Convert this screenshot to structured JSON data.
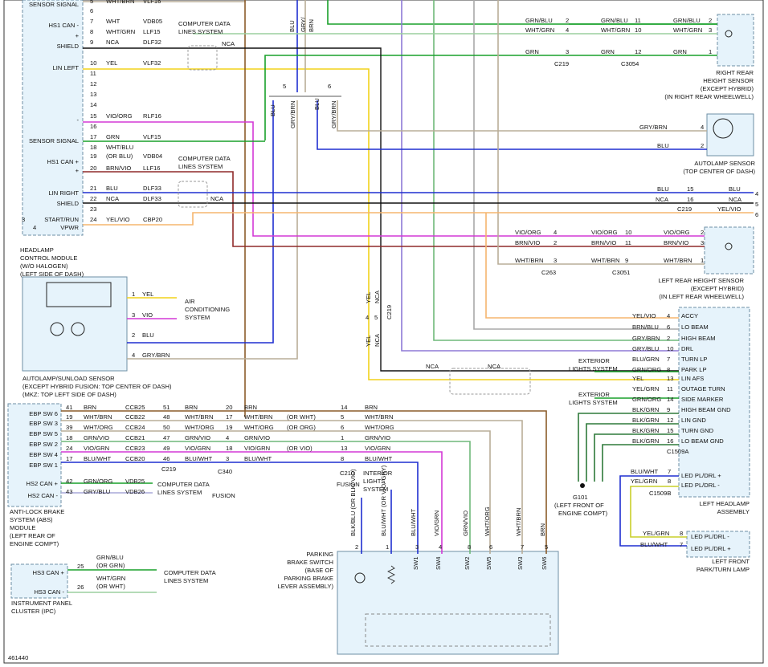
{
  "diagram_id": "461440",
  "colors": {
    "yel": "#f2d21a",
    "blu": "#1f2fd0",
    "gry": "#a8a8a8",
    "grybrn": "#b9ad98",
    "grn": "#18a02a",
    "vio": "#8e79d6",
    "vioorg": "#d338d6",
    "brn": "#8a5b2a",
    "brnvio": "#8f2a2a",
    "orange": "#f5b56e",
    "whtgrn": "#6fb97a",
    "nca": "#111111",
    "module": "#e6f3fb",
    "border": "#6e8fa6"
  },
  "hcm": {
    "title": "HEADLAMP CONTROL MODULE (W/O HALOGEN) (LEFT SIDE OF DASH)",
    "t1": "HEADLAMP",
    "t2": "CONTROL MODULE",
    "t3": "(W/O HALOGEN)",
    "t4": "(LEFT SIDE OF DASH)",
    "pins": [
      "SENSOR SIGNAL",
      "HS1 CAN -",
      "+",
      "SHIELD",
      "LIN LEFT",
      "-",
      "SENSOR SIGNAL",
      "HS1 CAN +",
      "+",
      "LIN RIGHT",
      "SHIELD",
      "START/RUN",
      "VPWR"
    ],
    "circ3": "3",
    "circ4": "4",
    "rows": [
      {
        "pin": "5",
        "color": "WHT/BRN",
        "circuit": "VLF16"
      },
      {
        "pin": "6",
        "color": "",
        "circuit": ""
      },
      {
        "pin": "7",
        "color": "WHT",
        "circuit": "VDB05"
      },
      {
        "pin": "8",
        "color": "WHT/GRN",
        "circuit": "LLF15"
      },
      {
        "pin": "9",
        "color": "NCA",
        "circuit": "DLF32"
      },
      {
        "pin": "10",
        "color": "YEL",
        "circuit": "VLF32"
      },
      {
        "pin": "11",
        "color": "",
        "circuit": ""
      },
      {
        "pin": "12",
        "color": "",
        "circuit": ""
      },
      {
        "pin": "13",
        "color": "",
        "circuit": ""
      },
      {
        "pin": "14",
        "color": "",
        "circuit": ""
      },
      {
        "pin": "15",
        "color": "VIO/ORG",
        "circuit": "RLF16"
      },
      {
        "pin": "16",
        "color": "",
        "circuit": ""
      },
      {
        "pin": "17",
        "color": "GRN",
        "circuit": "VLF15"
      },
      {
        "pin": "18",
        "color": "WHT/BLU",
        "circuit": ""
      },
      {
        "pin": "19",
        "color": "(OR BLU)",
        "circuit": "VDB04"
      },
      {
        "pin": "20",
        "color": "BRN/VIO",
        "circuit": "LLF16"
      },
      {
        "pin": "21",
        "color": "BLU",
        "circuit": "DLF33"
      },
      {
        "pin": "22",
        "color": "NCA",
        "circuit": "DLF33"
      },
      {
        "pin": "23",
        "color": "",
        "circuit": ""
      },
      {
        "pin": "24",
        "color": "YEL/VIO",
        "circuit": "CBP20"
      }
    ],
    "cds1": "COMPUTER DATA",
    "cds2": "LINES SYSTEM",
    "nca": "NCA"
  },
  "splice": {
    "s5": "5",
    "s6": "6",
    "blu": "BLU",
    "grybrn": "GRY/BRN",
    "top_blu": "BLU",
    "top_gry": "GRY/",
    "top_brn": "BRN"
  },
  "rrhs": {
    "t1": "RIGHT REAR",
    "t2": "HEIGHT SENSOR",
    "t3": "(EXCEPT HYBRID)",
    "t4": "(IN RIGHT REAR WHEELWELL)",
    "c1": "C219",
    "c2": "C3054",
    "rows": [
      {
        "a": "GRN/BLU",
        "ap": "2",
        "b": "GRN/BLU",
        "bp": "11",
        "c": "GRN/BLU",
        "cp": "2"
      },
      {
        "a": "WHT/GRN",
        "ap": "4",
        "b": "WHT/GRN",
        "bp": "10",
        "c": "WHT/GRN",
        "cp": "3"
      },
      {
        "a": "GRN",
        "ap": "3",
        "b": "GRN",
        "bp": "12",
        "c": "GRN",
        "cp": "1"
      }
    ]
  },
  "als": {
    "t1": "AUTOLAMP SENSOR",
    "t2": "(TOP CENTER OF DASH)",
    "w1": "GRY/BRN",
    "p1": "4",
    "w2": "BLU",
    "p2": "2"
  },
  "c219mid": {
    "c": "C219",
    "r1": "BLU",
    "p1": "15",
    "r1b": "BLU",
    "q1": "4",
    "r2": "NCA",
    "p2": "16",
    "r2b": "NCA",
    "q2": "5",
    "r3": "YEL/VIO",
    "q3": "6"
  },
  "lrhs": {
    "t1": "LEFT REAR HEIGHT SENSOR",
    "t2": "(EXCEPT HYBRID)",
    "t3": "(IN LEFT REAR WHEELWELL)",
    "c1": "C263",
    "c2": "C3051",
    "rows": [
      {
        "a": "VIO/ORG",
        "ap": "4",
        "b": "VIO/ORG",
        "bp": "10",
        "c": "VIO/ORG",
        "cp": "2"
      },
      {
        "a": "BRN/VIO",
        "ap": "2",
        "b": "BRN/VIO",
        "bp": "11",
        "c": "BRN/VIO",
        "cp": "3"
      },
      {
        "a": "WHT/BRN",
        "ap": "3",
        "b": "WHT/BRN",
        "bp": "9",
        "c": "WHT/BRN",
        "cp": "1"
      }
    ]
  },
  "asls": {
    "t1": "AUTOLAMP/SUNLOAD SENSOR",
    "t2": "(EXCEPT HYBRID FUSION: TOP CENTER OF DASH)",
    "t3": "(MKZ: TOP LEFT SIDE OF DASH)",
    "rows": [
      {
        "p": "1",
        "w": "YEL"
      },
      {
        "p": "3",
        "w": "VIO"
      },
      {
        "p": "2",
        "w": "BLU"
      },
      {
        "p": "4",
        "w": "GRY/BRN"
      }
    ],
    "ac1": "AIR",
    "ac2": "CONDITIONING",
    "ac3": "SYSTEM"
  },
  "vert": {
    "yel": "YEL",
    "nca": "NCA",
    "c219": "C219",
    "p4": "4",
    "p5": "5",
    "nca_h": "NCA"
  },
  "lhl": {
    "t1": "LEFT HEADLAMP",
    "t2": "ASSEMBLY",
    "c1": "C1509A",
    "c2": "C1509B",
    "rows": [
      {
        "w": "YEL/VIO",
        "p": "4",
        "f": "ACCY"
      },
      {
        "w": "BRN/BLU",
        "p": "6",
        "f": "LO BEAM"
      },
      {
        "w": "GRY/BRN",
        "p": "2",
        "f": "HIGH BEAM"
      },
      {
        "w": "GRY/BLU",
        "p": "10",
        "f": "DRL"
      },
      {
        "w": "BLU/GRN",
        "p": "7",
        "f": "TURN LP"
      },
      {
        "w": "GRN/ORG",
        "p": "8",
        "f": "PARK LP"
      },
      {
        "w": "YEL",
        "p": "13",
        "f": "LIN AFS"
      },
      {
        "w": "YEL/GRN",
        "p": "11",
        "f": "OUTAGE TURN"
      },
      {
        "w": "GRN/ORG",
        "p": "14",
        "f": "SIDE MARKER"
      },
      {
        "w": "BLK/GRN",
        "p": "9",
        "f": "HIGH BEAM GND"
      },
      {
        "w": "BLK/GRN",
        "p": "12",
        "f": "LIN GND"
      },
      {
        "w": "BLK/GRN",
        "p": "15",
        "f": "TURN GND"
      },
      {
        "w": "BLK/GRN",
        "p": "16",
        "f": "LO BEAM GND"
      }
    ],
    "b": [
      {
        "w": "BLU/WHT",
        "p": "7",
        "f": "LED PL/DRL +"
      },
      {
        "w": "YEL/GRN",
        "p": "8",
        "f": "LED PL/DRL -"
      }
    ],
    "ext1": "EXTERIOR",
    "ext2": "LIGHTS SYSTEM"
  },
  "g101": {
    "id": "G101",
    "t1": "(LEFT FRONT OF",
    "t2": "ENGINE COMPT)"
  },
  "lfpt": {
    "t1": "LEFT FRONT",
    "t2": "PARK/TURN LAMP",
    "rows": [
      {
        "w": "YEL/GRN",
        "p": "8",
        "f": "LED PL/DRL -"
      },
      {
        "w": "BLU/WHT",
        "p": "7",
        "f": "LED PL/DRL +"
      }
    ]
  },
  "abs": {
    "t1": "ANTI-LOCK BRAKE",
    "t2": "SYSTEM (ABS)",
    "t3": "MODULE",
    "t4": "(LEFT REAR OF",
    "t5": "ENGINE COMPT)",
    "pins": [
      "EBP SW 6",
      "EBP SW 3",
      "EBP SW 5",
      "EBP SW 2",
      "EBP SW 4",
      "EBP SW 1",
      "HS2 CAN +",
      "HS2 CAN -"
    ],
    "rows": [
      {
        "p": "41",
        "w": "BRN",
        "c": "CCB25",
        "p2": "51",
        "w2": "BRN",
        "p3": "20",
        "w3": "BRN",
        "w3b": "",
        "p4": "14",
        "w4": "BRN"
      },
      {
        "p": "19",
        "w": "WHT/BRN",
        "c": "CCB22",
        "p2": "48",
        "w2": "WHT/BRN",
        "p3": "17",
        "w3": "WHT/BRN",
        "w3b": "(OR WHT)",
        "p4": "5",
        "w4": "WHT/BRN"
      },
      {
        "p": "39",
        "w": "WHT/ORG",
        "c": "CCB24",
        "p2": "50",
        "w2": "WHT/ORG",
        "p3": "19",
        "w3": "WHT/ORG",
        "w3b": "(OR ORG)",
        "p4": "6",
        "w4": "WHT/ORG"
      },
      {
        "p": "18",
        "w": "GRN/VIO",
        "c": "CCB21",
        "p2": "47",
        "w2": "GRN/VIO",
        "p3": "4",
        "w3": "GRN/VIO",
        "w3b": "",
        "p4": "1",
        "w4": "GRN/VIO"
      },
      {
        "p": "24",
        "w": "VIO/GRN",
        "c": "CCB23",
        "p2": "49",
        "w2": "VIO/GRN",
        "p3": "18",
        "w3": "VIO/GRN",
        "w3b": "(OR VIO)",
        "p4": "13",
        "w4": "VIO/GRN"
      },
      {
        "p": "17",
        "w": "BLU/WHT",
        "c": "CCB20",
        "p2": "46",
        "w2": "BLU/WHT",
        "p3": "3",
        "w3": "BLU/WHT",
        "w3b": "",
        "p4": "8",
        "w4": "BLU/WHT"
      }
    ],
    "can": [
      {
        "p": "42",
        "w": "GRN/ORG",
        "c": "VDB25"
      },
      {
        "p": "43",
        "w": "GRY/BLU",
        "c": "VDB26"
      }
    ],
    "c219": "C219",
    "c340": "C340",
    "c210": "C210",
    "fusion": "FUSION",
    "il1": "INTERIOR",
    "il2": "LIGHTS",
    "il3": "SYSTEM"
  },
  "ipc": {
    "t1": "INSTRUMENT PANEL",
    "t2": "CLUSTER (IPC)",
    "pins": [
      "HS3 CAN +",
      "HS3 CAN -"
    ],
    "rows": [
      {
        "p": "25",
        "w": "GRN/BLU",
        "w2": "(OR GRN)"
      },
      {
        "p": "26",
        "w": "WHT/GRN",
        "w2": "(OR WHT)"
      }
    ]
  },
  "pbs": {
    "t1": "PARKING",
    "t2": "BRAKE SWITCH",
    "t3": "(BASE OF",
    "t4": "PARKING BRAKE",
    "t5": "LEVER ASSEMBLY)",
    "vlabels": [
      "BLK/BLU (OR BLK/ VIO)",
      "BLU/WHT (OR VIO/ GRY)",
      "BLU/WHT",
      "VIO/GRN",
      "GRN/VIO",
      "WHT/ORG",
      "WHT/BRN",
      "BRN"
    ],
    "pins": [
      "2",
      "1",
      "3",
      "4",
      "8",
      "6",
      "7",
      "5"
    ],
    "sw": [
      "SW1",
      "SW4",
      "SW2",
      "SW5",
      "SW3",
      "SW6"
    ]
  }
}
